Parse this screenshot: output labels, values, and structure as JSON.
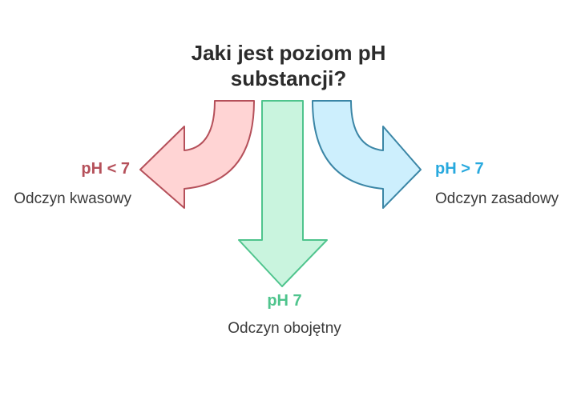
{
  "title": {
    "line1": "Jaki jest poziom pH",
    "line2": "substancji?"
  },
  "branches": {
    "left": {
      "tag": "pH < 7",
      "desc": "Odczyn kwasowy",
      "color": "#b5505a",
      "fill": "#ffd4d4"
    },
    "middle": {
      "tag": "pH 7",
      "desc": "Odczyn obojętny",
      "color": "#4fc48d",
      "fill": "#c9f4de"
    },
    "right": {
      "tag": "pH > 7",
      "desc": "Odczyn zasadowy",
      "color": "#3b86a6",
      "fill": "#cdeffd"
    }
  }
}
